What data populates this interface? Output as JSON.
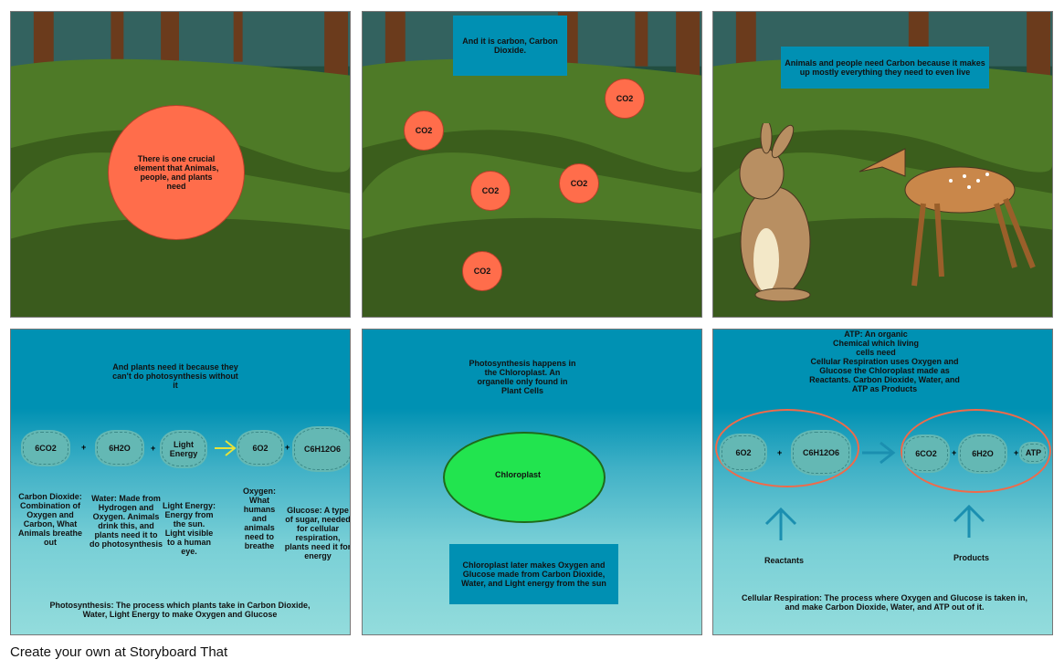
{
  "panels": {
    "p1": {
      "text": "There is one crucial element that Animals, people, and plants need"
    },
    "p2": {
      "caption": "And it is carbon, Carbon Dioxide.",
      "molecules": [
        "CO2",
        "CO2",
        "CO2",
        "CO2",
        "CO2"
      ]
    },
    "p3": {
      "caption": "Animals and people need Carbon because it makes up mostly everything they need to even live"
    },
    "p4": {
      "caption": "And plants need it because they can't do photosynthesis without it",
      "equation": [
        "6CO2",
        "6H2O",
        "Light Energy",
        "6O2",
        "C6H12O6"
      ],
      "plus": "+",
      "descriptions": [
        "Carbon Dioxide: Combination of Oxygen and Carbon, What Animals breathe out",
        "Water: Made from Hydrogen and Oxygen. Animals drink this, and plants need it to do photosynthesis",
        "Light Energy: Energy from the sun. Light visible to a human eye.",
        "Oxygen: What humans and animals need to breathe",
        "Glucose: A type of sugar, needed for cellular respiration, plants need it for energy"
      ],
      "definition": "Photosynthesis: The process which plants take in Carbon Dioxide, Water, Light Energy to make Oxygen and Glucose"
    },
    "p5": {
      "caption": "Photosynthesis happens in the Chloroplast. An organelle only found in Plant Cells",
      "organelle": "Chloroplast",
      "note": "Chloroplast later makes Oxygen and Glucose made from Carbon Dioxide, Water, and Light energy from the sun"
    },
    "p6": {
      "caption": "Cellular Respiration uses Oxygen and Glucose the Chloroplast made as Reactants. Carbon Dioxide, Water, and ATP as Products",
      "reactants": [
        "6O2",
        "C6H12O6"
      ],
      "products": [
        "6CO2",
        "6H2O",
        "ATP"
      ],
      "atp_note": "ATP: An organic Chemical which living cells need",
      "reactants_label": "Reactants",
      "products_label": "Products",
      "definition": "Cellular Respiration: The process where Oxygen and Glucose is taken in, and make Carbon Dioxide, Water, and ATP out of it."
    }
  },
  "footer": "Create your own at Storyboard That",
  "colors": {
    "co2": "#ff6d4b",
    "caption_box": "#0090b3",
    "chloroplast": "#22e44f",
    "ring": "#f06a4a"
  }
}
